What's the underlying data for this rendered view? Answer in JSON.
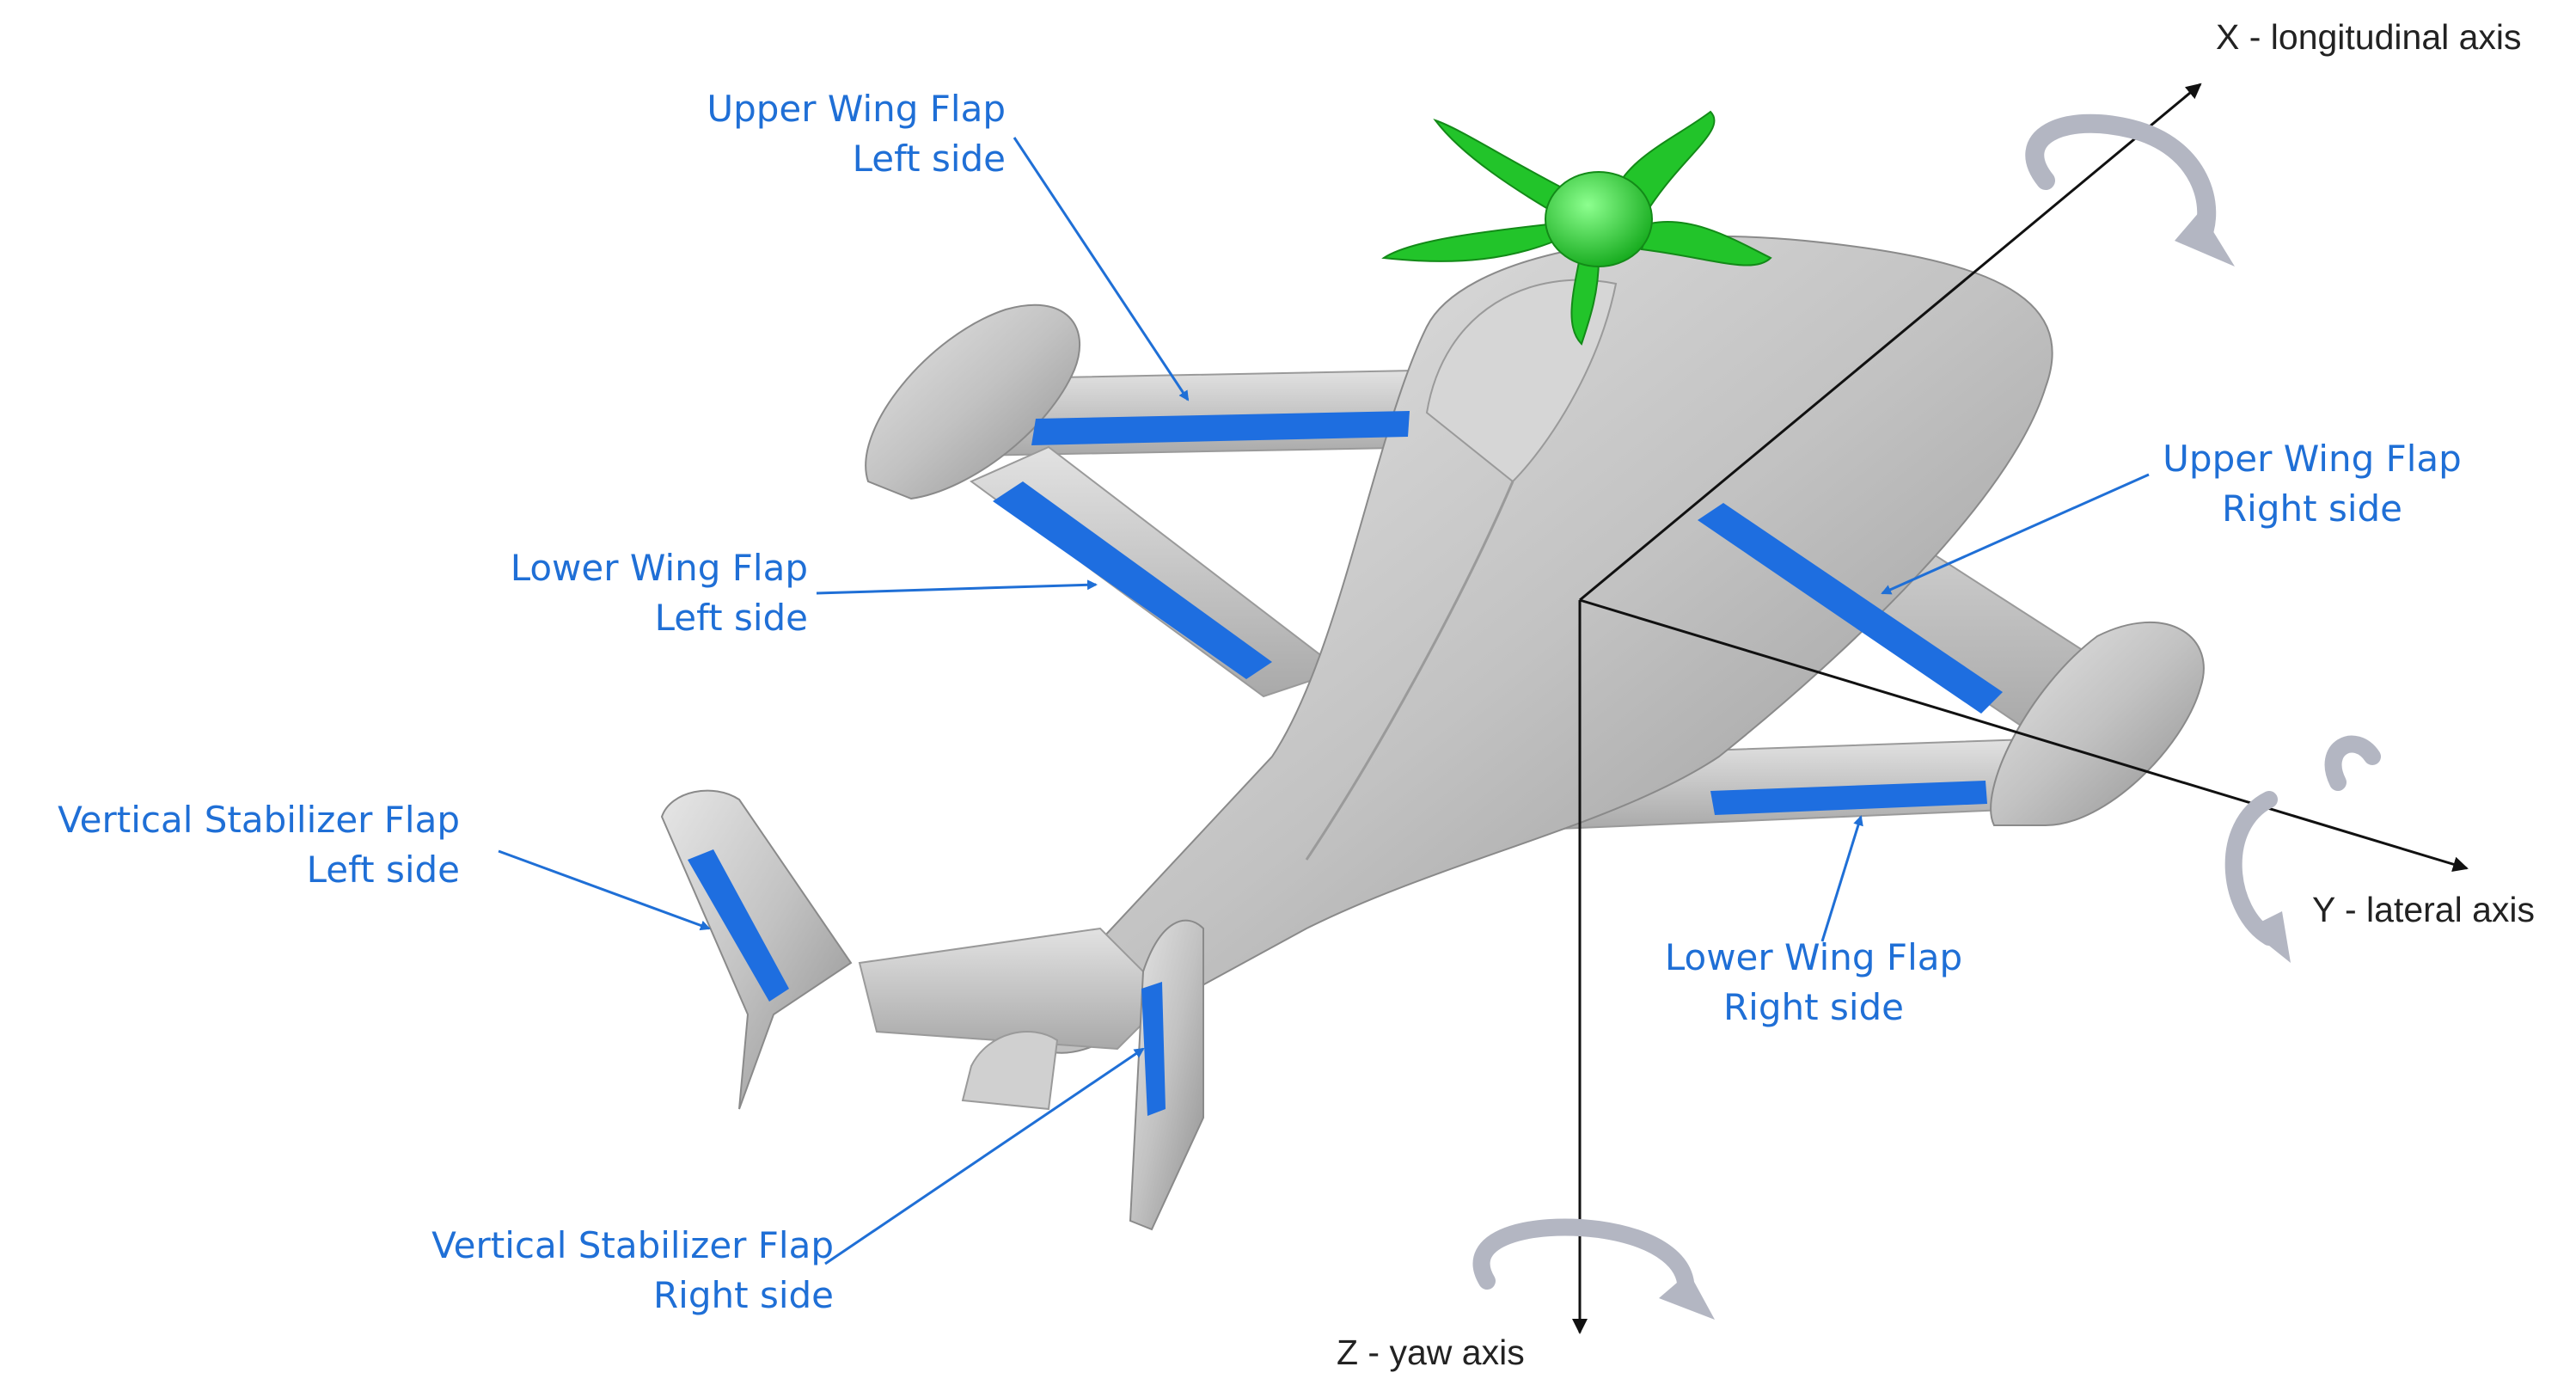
{
  "colors": {
    "label": "#1f6fd6",
    "flap": "#1e6ee0",
    "rotor": "#22c42a",
    "body": "#c4c4c4",
    "axis": "#111111",
    "rotation_arrow": "#b3b6c2"
  },
  "labels": {
    "upper_wing_flap_left": {
      "line1": "Upper Wing Flap",
      "line2": "Left side"
    },
    "lower_wing_flap_left": {
      "line1": "Lower Wing Flap",
      "line2": "Left side"
    },
    "vertical_stabilizer_flap_left": {
      "line1": "Vertical Stabilizer Flap",
      "line2": "Left side"
    },
    "vertical_stabilizer_flap_right": {
      "line1": "Vertical Stabilizer Flap",
      "line2": "Right side"
    },
    "upper_wing_flap_right": {
      "line1": "Upper Wing Flap",
      "line2": "Right side"
    },
    "lower_wing_flap_right": {
      "line1": "Lower Wing Flap",
      "line2": "Right side"
    }
  },
  "axes": {
    "x": "X - longitudinal axis",
    "y": "Y - lateral axis",
    "z": "Z - yaw axis"
  }
}
